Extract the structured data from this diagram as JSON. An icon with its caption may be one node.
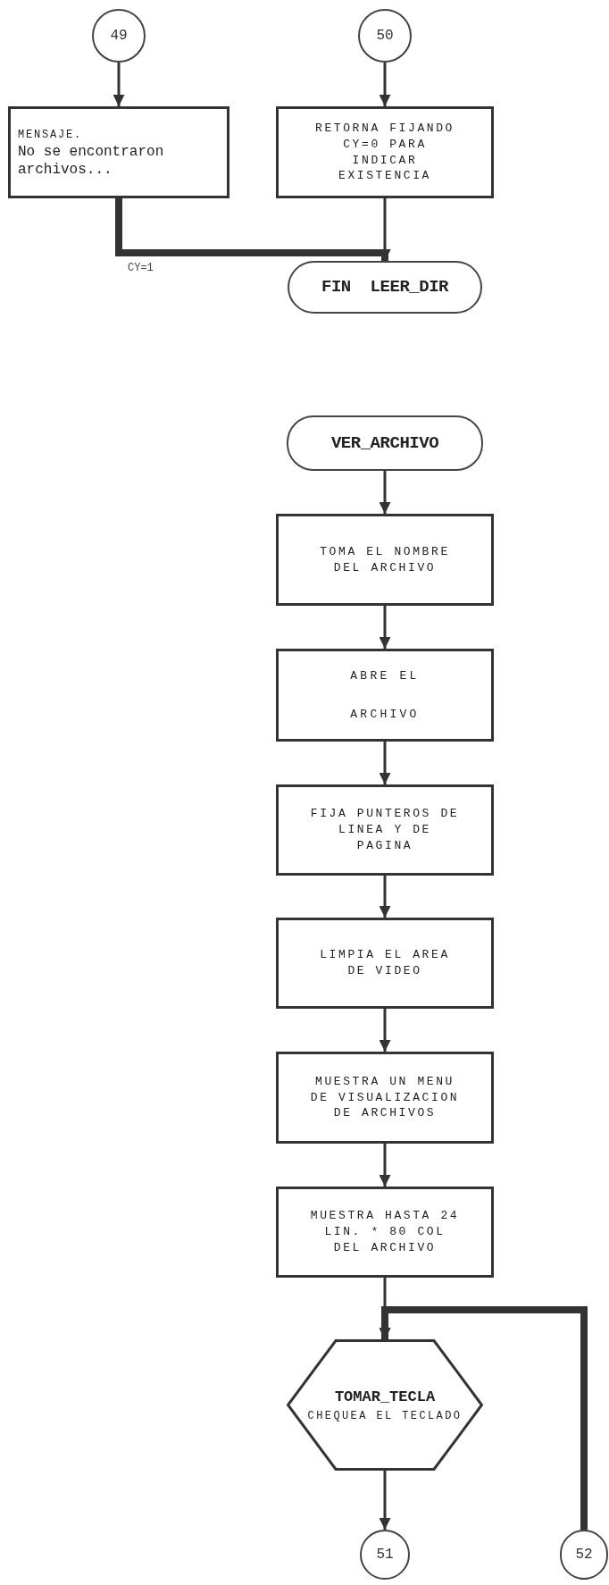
{
  "diagram": {
    "nodes": [
      {
        "text": [
          "49"
        ]
      },
      {
        "text": [
          "50"
        ]
      },
      {
        "text": [
          "MENSAJE.",
          "No se encontraron archivos..."
        ]
      },
      {
        "text": [
          "RETORNA FIJANDO CY=0 PARA INDICAR EXISTENCIA"
        ]
      },
      {
        "text": [
          "FIN  LEER_DIR"
        ]
      },
      {
        "text": [
          "VER_ARCHIVO"
        ]
      },
      {
        "text": [
          "TOMA EL NOMBRE DEL ARCHIVO"
        ]
      },
      {
        "text": [
          "ABRE EL",
          "ARCHIVO"
        ]
      },
      {
        "text": [
          "FIJA PUNTEROS DE LINEA Y DE PAGINA"
        ]
      },
      {
        "text": [
          "LIMPIA EL AREA DE VIDEO"
        ]
      },
      {
        "text": [
          "MUESTRA UN MENU DE VISUALIZACION DE ARCHIVOS"
        ]
      },
      {
        "text": [
          "MUESTRA HASTA 24 LIN. * 80 COL DEL ARCHIVO"
        ]
      },
      {
        "text": [
          "TOMAR_TECLA",
          "CHEQUEA EL TECLADO"
        ]
      },
      {
        "text": [
          "51"
        ]
      },
      {
        "text": [
          "52"
        ]
      }
    ],
    "edges": [
      {
        "from": 0,
        "to": 2,
        "arrow": "to"
      },
      {
        "from": 1,
        "to": 3,
        "arrow": "to"
      },
      {
        "from": 2,
        "to": 4,
        "arrow": "to",
        "label": "CY=1",
        "style": "thick"
      },
      {
        "from": 3,
        "to": 4,
        "arrow": "to"
      },
      {
        "from": 5,
        "to": 6,
        "arrow": "to"
      },
      {
        "from": 6,
        "to": 7,
        "arrow": "to"
      },
      {
        "from": 7,
        "to": 8,
        "arrow": "to"
      },
      {
        "from": 8,
        "to": 9,
        "arrow": "to"
      },
      {
        "from": 9,
        "to": 10,
        "arrow": "to"
      },
      {
        "from": 10,
        "to": 11,
        "arrow": "to"
      },
      {
        "from": 11,
        "to": 12,
        "arrow": "to"
      },
      {
        "from": 12,
        "to": 13,
        "arrow": "to"
      },
      {
        "from": 14,
        "to": 12,
        "arrow": "to",
        "style": "thick"
      }
    ]
  }
}
